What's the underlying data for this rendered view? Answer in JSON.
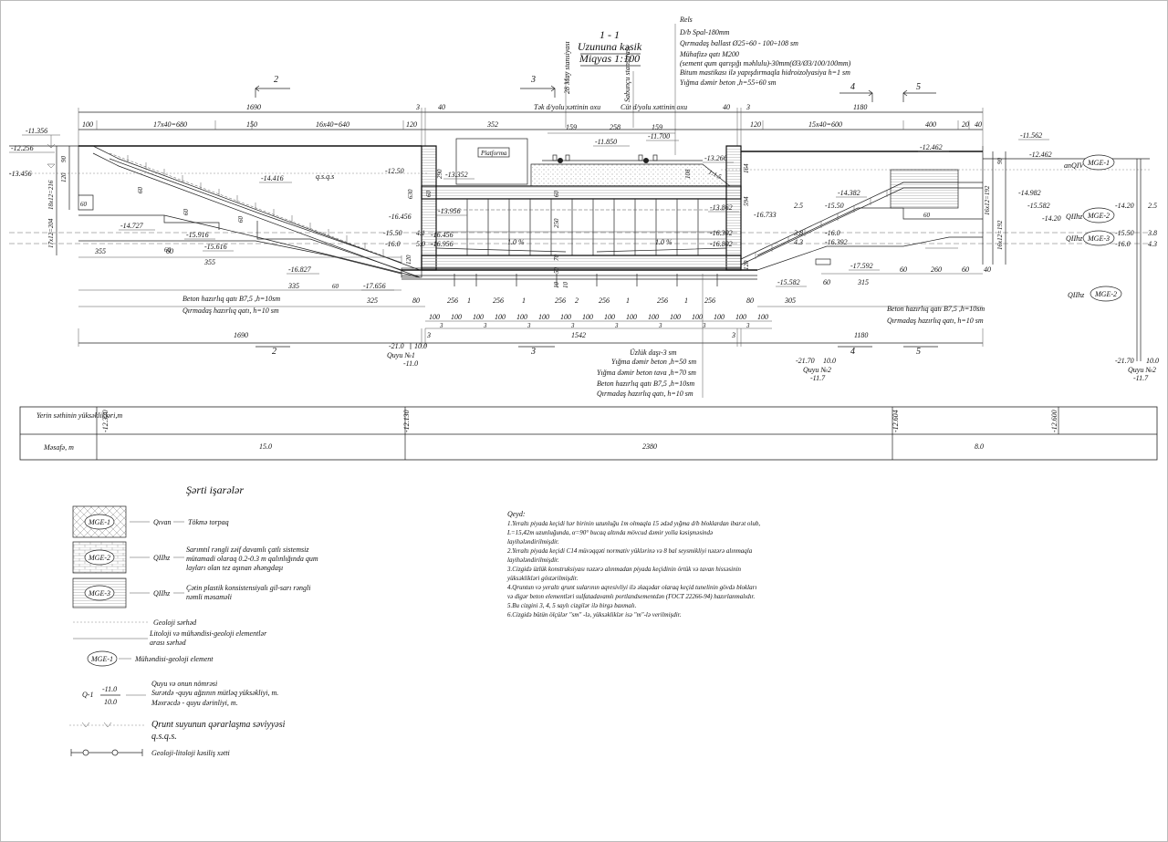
{
  "title": {
    "number": "1 - 1",
    "name": "Uzununa kəsik",
    "scale": "Miqyas 1:100"
  },
  "rail_layers": [
    "Rels",
    "D/b Spal-180mm",
    "Qırmadaş ballast  Ø25÷60 - 100÷108 sm",
    "Mühafizə qatı M200",
    "(sement qum qarışığı məhlulu)-30mm(Ø3/Ø3/100/100mm)",
    "Bitum mastikası ilə yapışdırmaqla hidroizolyasiya h=1 sm",
    "Yığma dəmir beton ,h=55÷60 sm"
  ],
  "track_labels": {
    "single": "Tək d/yolu xəttinin oxu",
    "double": "Cüt d/yolu xəttinin oxu",
    "station_left": "28 May stansiyası",
    "station_right": "Sabunçu stansiyası",
    "platform": "Platforma"
  },
  "section_marks": [
    "2",
    "3",
    "4",
    "5"
  ],
  "top_dims": {
    "left_total": "1690",
    "right_total": "1180",
    "d3a": "3",
    "d3b": "3",
    "d40a": "40",
    "d40b": "40",
    "left_parts": [
      "100",
      "17x40=680",
      "150",
      "16x40=640",
      "120"
    ],
    "mid_parts": [
      "352",
      "159",
      "258",
      "159"
    ],
    "right_parts": [
      "120",
      "15x40=600",
      "400",
      "20",
      "40"
    ]
  },
  "elevations_left": [
    "-11.356",
    "-12.256",
    "-13.456",
    "-14.416",
    "-14.727",
    "-15.916",
    "-15.616",
    "-16.827",
    "-17.656",
    "-12.50",
    "-16.456",
    "-15.50",
    "-16.0",
    "4.1",
    "5.0"
  ],
  "elevations_center": [
    "-11.850",
    "-11.700",
    "-13.266",
    "-13.352",
    "-13.956",
    "-13.862",
    "-16.456",
    "-16.956",
    "-16.302",
    "-16.802",
    "1.0 %",
    "1.0 %",
    "1:1.5"
  ],
  "elevations_right": [
    "-11.562",
    "-12.462",
    "-12.462",
    "-14.382",
    "-14.982",
    "-15.582",
    "-14.20",
    "2.5",
    "-15.50",
    "3.8",
    "-16.0",
    "4.3",
    "-16.392",
    "-16.733",
    "-17.592",
    "-15.582"
  ],
  "vert_labels_left": [
    "90",
    "120",
    "18x12=216",
    "17x12=204",
    "60",
    "60",
    "60",
    "60",
    "60",
    "60"
  ],
  "vert_labels_mid": [
    "290",
    "630",
    "60",
    "250",
    "70",
    "50",
    "10",
    "10",
    "120",
    "60",
    "164",
    "594",
    "120",
    "108"
  ],
  "vert_labels_right": [
    "90",
    "16x12=192",
    "16x12=192",
    "60"
  ],
  "lower_dims_left": [
    "355",
    "60",
    "355",
    "335",
    "60",
    "325",
    "80"
  ],
  "lower_dims_center": [
    "256",
    "1",
    "256",
    "1",
    "256",
    "2",
    "256",
    "1",
    "256",
    "1",
    "256",
    "80"
  ],
  "lower_dims_right": [
    "305",
    "60",
    "315",
    "60",
    "260",
    "60",
    "40"
  ],
  "base_row": [
    "100",
    "100",
    "100",
    "100",
    "100",
    "100",
    "100",
    "100",
    "100",
    "100",
    "100",
    "100",
    "100",
    "100",
    "100",
    "100"
  ],
  "base_threes": "3",
  "bottom_dims": {
    "left": "1690",
    "mid": "1542",
    "right": "1180",
    "d3a": "3",
    "d3b": "3"
  },
  "layer_notes_left": [
    "Beton hazırlıq qatı B7,5 ,h=10sm",
    "Qırmadaş hazırlıq qatı,  h=10 sm"
  ],
  "layer_notes_right": [
    "Beton hazırlıq qatı B7,5 ,h=10sm",
    "Qırmadaş hazırlıq qatı,  h=10 sm"
  ],
  "layer_notes_center": [
    "Üzlük daşı-3 sm",
    "Yığma dəmir beton ,h=50 sm",
    "Yığma dəmir beton tava ,h=70 sm",
    "Beton hazırlıq qatı B7,5 ,h=10sm",
    "Qırmadaş hazırlıq qatı,  h=10 sm"
  ],
  "wells": [
    {
      "top": "-21.0",
      "depth": "10.0",
      "name": "Quyu №1",
      "bottom": "-11.0"
    },
    {
      "top": "-21.70",
      "depth": "10.0",
      "name": "Quyu №2",
      "bottom": "-11.7"
    },
    {
      "top": "-21.70",
      "depth": "10.0",
      "name": "Quyu №2",
      "bottom": "-11.7"
    }
  ],
  "geo_labels": {
    "mge1": "MGE-1",
    "mge2": "MGE-2",
    "mge3": "MGE-3",
    "an": "anQIV",
    "q1": "QIIhz",
    "q2": "QIIhz",
    "q3": "QIIhz",
    "gs": "q.s.q.s",
    "right_elev": [
      "-14.20",
      "2.5",
      "-15.50",
      "3.8",
      "-16.0",
      "4.3"
    ]
  },
  "table": {
    "row1_label": "Yerin səthinin yüksəklikləri,m",
    "row2_label": "Məsafə, m",
    "elevations": [
      "-12.320",
      "-12.130",
      "-12.604",
      "-12.600"
    ],
    "distances": [
      "15.0",
      "2380",
      "8.0"
    ]
  },
  "legend": {
    "title": "Şərti işarələr",
    "items": [
      {
        "tag": "MGE-1",
        "code": "Qıvan",
        "text": "Tökmə torpaq"
      },
      {
        "tag": "MGE-2",
        "code": "QIIhz",
        "text": "Sarımtıl rəngli zəif davamlı çatlı sistemsiz mütamadi olaraq 0.2-0.3 m qalınlığında qum layları olan tez aşınan əhəngdaşı"
      },
      {
        "tag": "MGE-3",
        "code": "QIIhz",
        "text": "Çətin plastik konsistensiyalı gil-sarı rəngli nəmli məsaməli"
      }
    ],
    "line_items": [
      "Geoloji sərhəd",
      "Litoloji və mühəndisi-geoloji elementlər arası sərhəd"
    ],
    "mge_item": {
      "tag": "MGE-1",
      "text": "Mühəndisi-geoloji element"
    },
    "well_item": {
      "code": "Q-1",
      "top": "-11.0",
      "bottom": "10.0",
      "text": [
        "Quyu və onun nömrəsi",
        "Surətdə -quyu ağzının mütləq yüksəkliyi, m.",
        "Məxrəcdə - quyu dərinliyi, m."
      ]
    },
    "gw_item": {
      "text": "Qrunt suyunun qərarlaşma səviyyəsi",
      "abbr": "q.s.q.s."
    },
    "section_item": "Geoloji-litoloji kəsiliş xətti"
  },
  "notes": {
    "title": "Qeyd:",
    "lines": [
      "1.Yeraltı piyada keçidi hər birinin uzunluğu 1m olmaqla 15 ədəd yığma d/b bloklardan ibarət olub,",
      "L=15,42m  uzunluğunda,  α=90° bucaq altında mövcud dəmir yolla  kəsişməsində",
      "layihələndirilmişdir.",
      "2.Yeraltı piyada keçidi C14 müvəqqəti normativ yüklərinə və 8 bal seysmikliyi nəzərə alınmaqla",
      "layihələndirilmişdir.",
      "3.Cizgidə üzlük konstruksiyası nəzərə alınmadan piyada keçidinin örtük və tavan hissəsinin",
      "yüksəklikləri göstərilmişdir.",
      "4.Qruntun və yeraltı qrunt sularının aqresivliyi ilə əlaqədar olaraq keçid tunelinin gövdə blokları",
      "və digər beton elementləri sulfatadavamlı  portlandsementdən (ГОСТ 22266-94) hazırlanmalıdır.",
      "5.Bu cizgini 3, 4, 5 saylı cizgilər ilə birgə baxmalı.",
      "6.Cizgidə bütün ölçülər \"sm\" -lə, yüksəkliklər isə \"m\"-lə verilmişdir."
    ]
  }
}
